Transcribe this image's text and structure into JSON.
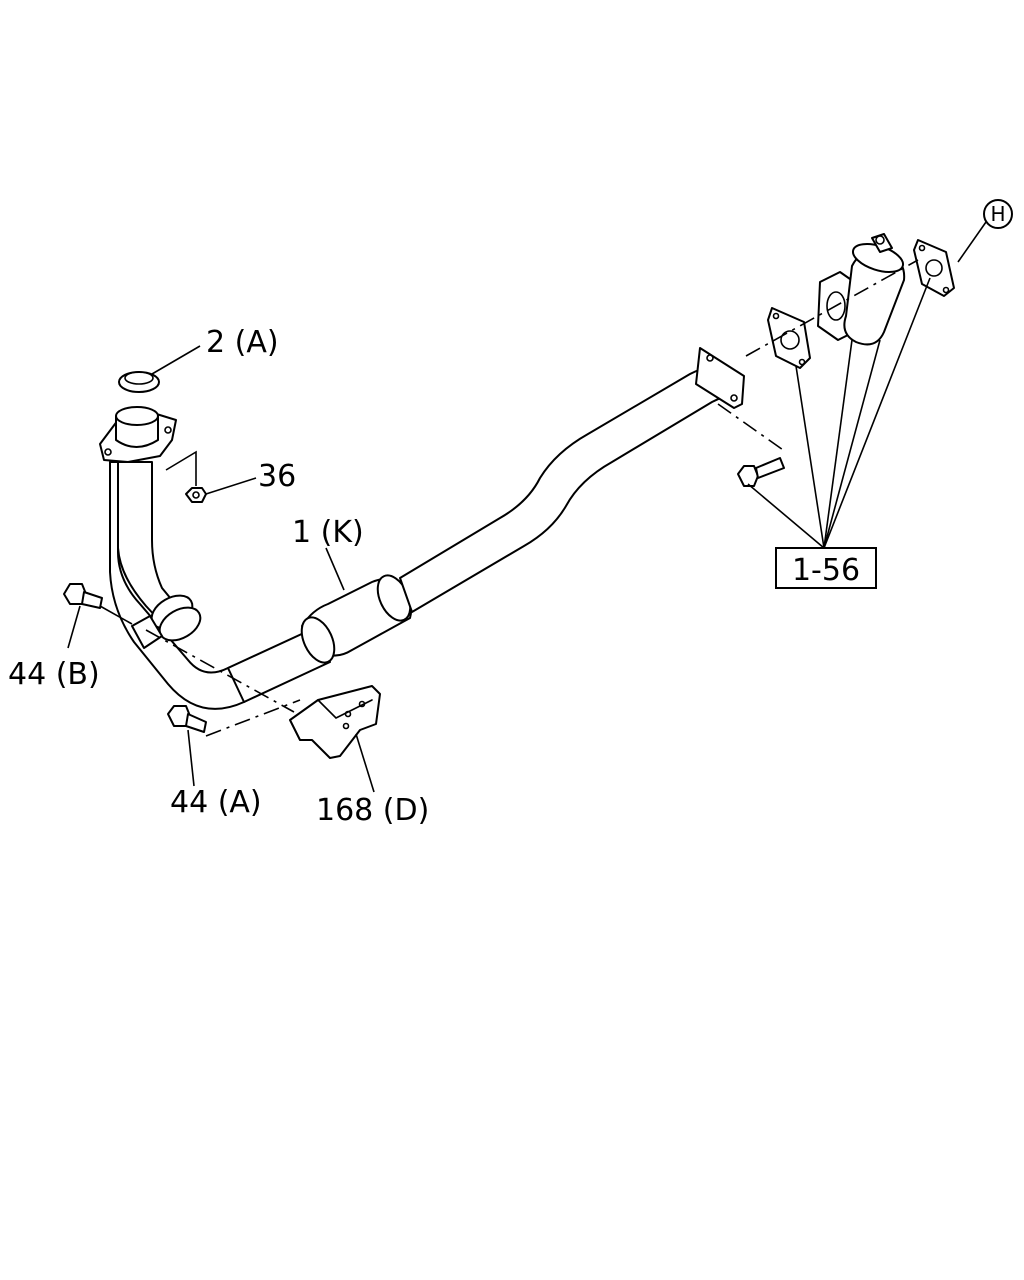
{
  "callouts": {
    "p2a": "2 (A)",
    "p36": "36",
    "p1k": "1 (K)",
    "p44b": "44 (B)",
    "p44a": "44 (A)",
    "p168d": "168 (D)",
    "ref": "1-56",
    "circle": "H"
  },
  "colors": {
    "line": "#000000",
    "background": "#ffffff"
  }
}
